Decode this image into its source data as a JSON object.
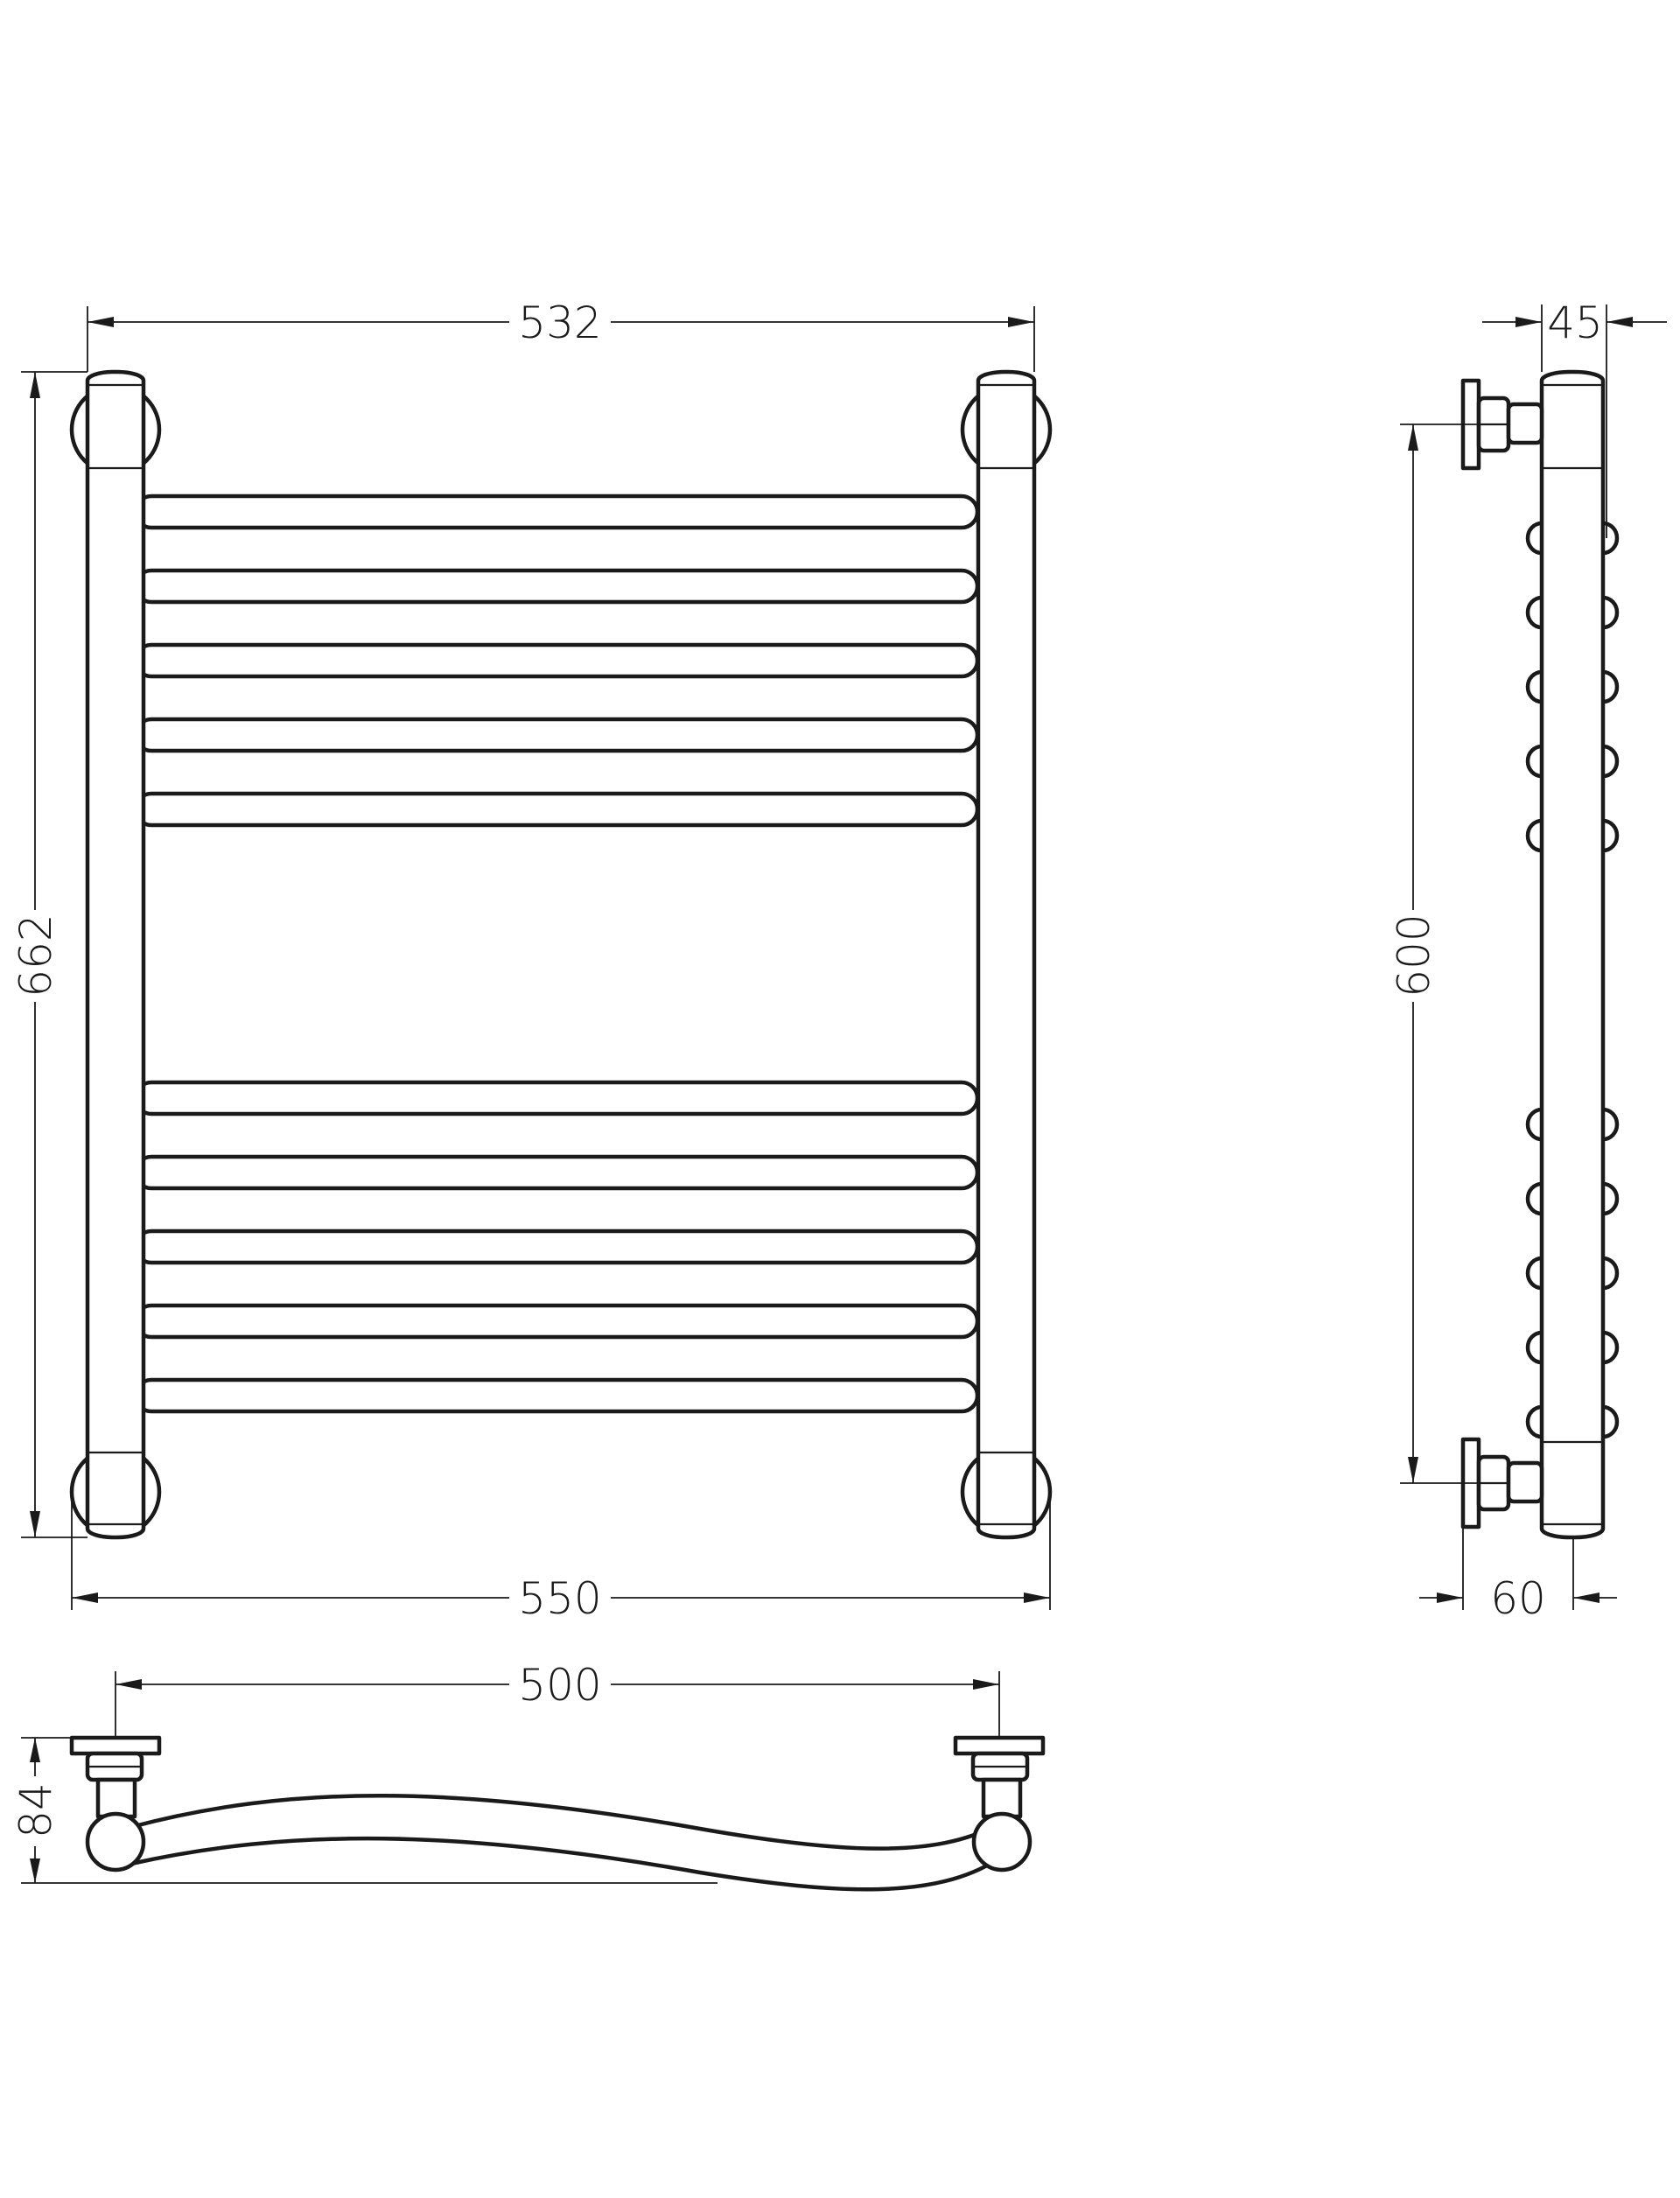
{
  "colors": {
    "line": "#1a1a1a",
    "background": "#ffffff"
  },
  "dimensions": {
    "top_width": "532",
    "height": "662",
    "bottom_width": "550",
    "bar_span": "500",
    "depth": "84",
    "side_top": "45",
    "side_height": "600",
    "side_bottom": "60"
  }
}
